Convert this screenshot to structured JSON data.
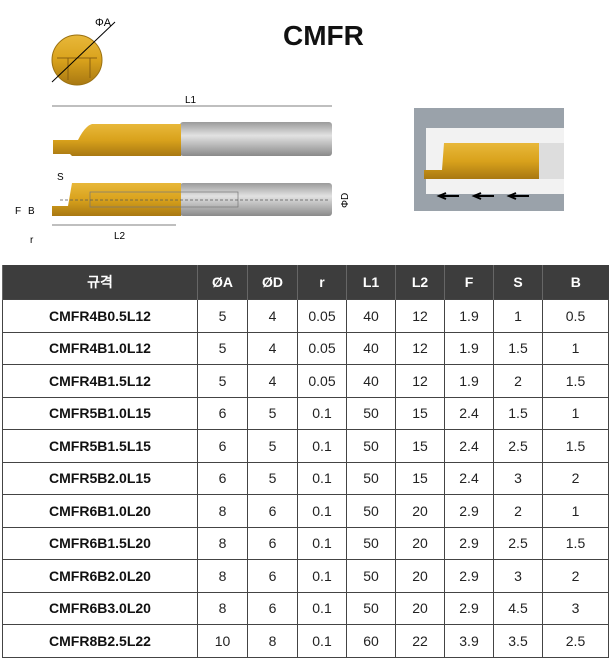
{
  "title": "CMFR",
  "diagram_labels": {
    "phiA": "ΦA",
    "L1": "L1",
    "L2": "L2",
    "S": "S",
    "F": "F",
    "B": "B",
    "r": "r",
    "phiD": "ΦD"
  },
  "table": {
    "headers": [
      "규격",
      "ØA",
      "ØD",
      "r",
      "L1",
      "L2",
      "F",
      "S",
      "B"
    ],
    "rows": [
      [
        "CMFR4B0.5L12",
        "5",
        "4",
        "0.05",
        "40",
        "12",
        "1.9",
        "1",
        "0.5"
      ],
      [
        "CMFR4B1.0L12",
        "5",
        "4",
        "0.05",
        "40",
        "12",
        "1.9",
        "1.5",
        "1"
      ],
      [
        "CMFR4B1.5L12",
        "5",
        "4",
        "0.05",
        "40",
        "12",
        "1.9",
        "2",
        "1.5"
      ],
      [
        "CMFR5B1.0L15",
        "6",
        "5",
        "0.1",
        "50",
        "15",
        "2.4",
        "1.5",
        "1"
      ],
      [
        "CMFR5B1.5L15",
        "6",
        "5",
        "0.1",
        "50",
        "15",
        "2.4",
        "2.5",
        "1.5"
      ],
      [
        "CMFR5B2.0L15",
        "6",
        "5",
        "0.1",
        "50",
        "15",
        "2.4",
        "3",
        "2"
      ],
      [
        "CMFR6B1.0L20",
        "8",
        "6",
        "0.1",
        "50",
        "20",
        "2.9",
        "2",
        "1"
      ],
      [
        "CMFR6B1.5L20",
        "8",
        "6",
        "0.1",
        "50",
        "20",
        "2.9",
        "2.5",
        "1.5"
      ],
      [
        "CMFR6B2.0L20",
        "8",
        "6",
        "0.1",
        "50",
        "20",
        "2.9",
        "3",
        "2"
      ],
      [
        "CMFR6B3.0L20",
        "8",
        "6",
        "0.1",
        "50",
        "20",
        "2.9",
        "4.5",
        "3"
      ],
      [
        "CMFR8B2.5L22",
        "10",
        "8",
        "0.1",
        "60",
        "22",
        "3.9",
        "3.5",
        "2.5"
      ]
    ]
  }
}
